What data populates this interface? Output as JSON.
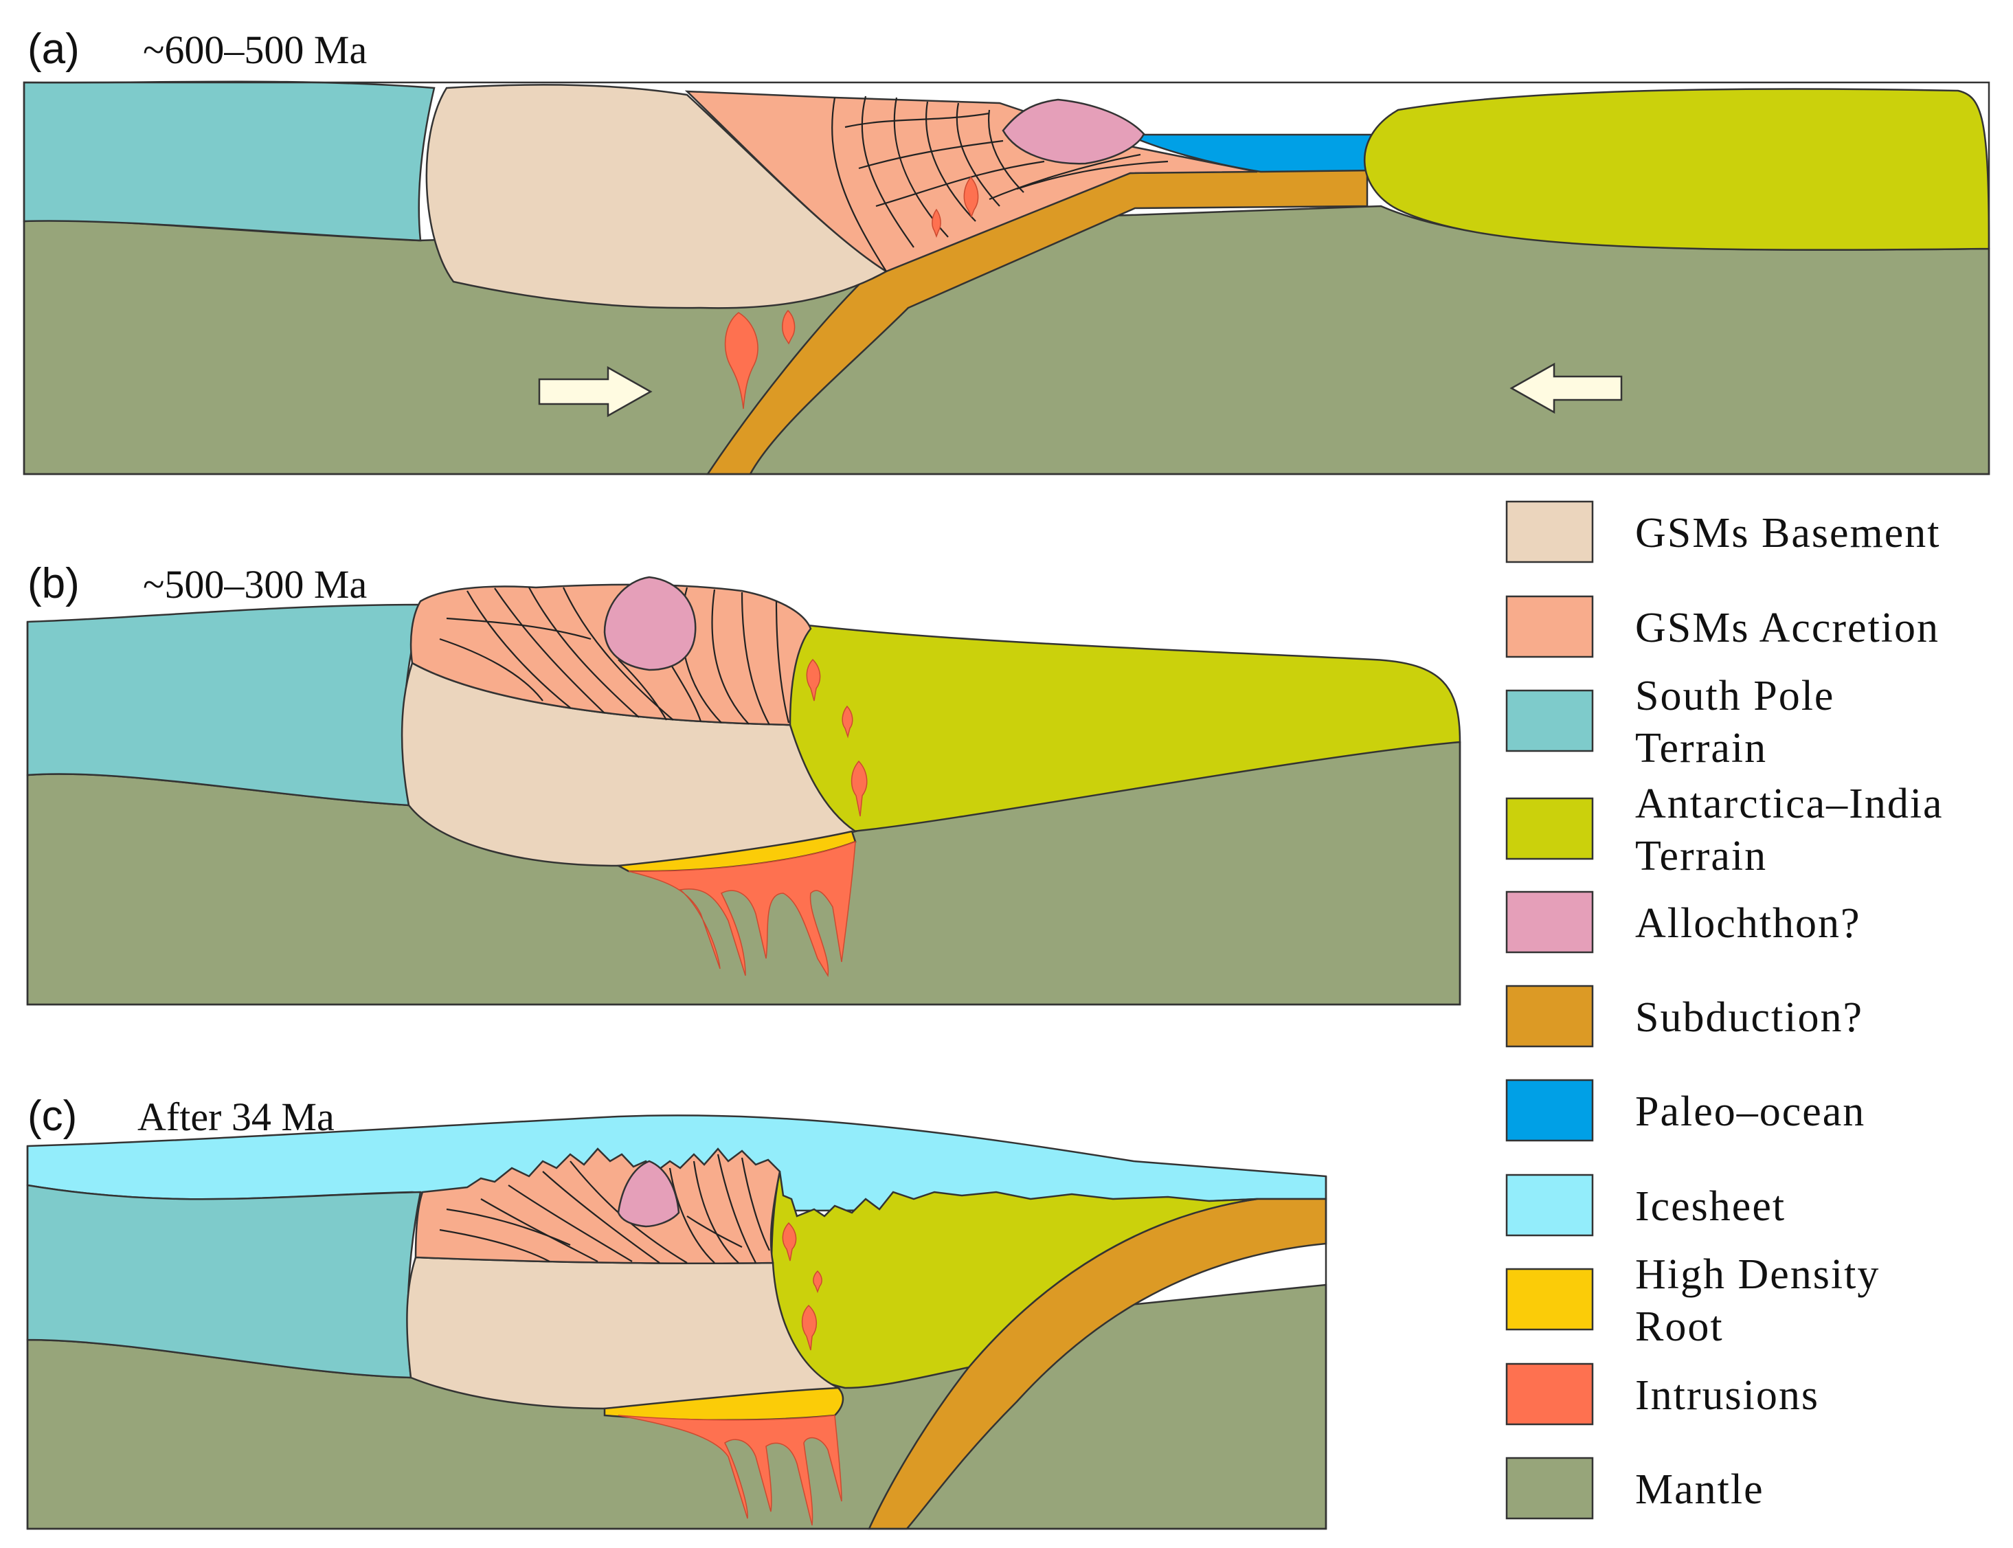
{
  "panels": [
    {
      "id": "a",
      "letter": "(a)",
      "age": "~600–500 Ma"
    },
    {
      "id": "b",
      "letter": "(b)",
      "age": "~500–300 Ma"
    },
    {
      "id": "c",
      "letter": "(c)",
      "age": "After 34 Ma"
    }
  ],
  "legend": [
    {
      "key": "gsm-basement",
      "lines": [
        "GSMs Basement"
      ],
      "color": "#ebd5bd"
    },
    {
      "key": "gsm-accretion",
      "lines": [
        "GSMs Accretion"
      ],
      "color": "#f8ac8c"
    },
    {
      "key": "south-pole",
      "lines": [
        "South  Pole",
        "Terrain"
      ],
      "color": "#7ecbcb"
    },
    {
      "key": "antarctica-india",
      "lines": [
        "Antarctica–India",
        "Terrain"
      ],
      "color": "#cbd10c"
    },
    {
      "key": "allochthon",
      "lines": [
        "Allochthon?"
      ],
      "color": "#e59fb9"
    },
    {
      "key": "subduction",
      "lines": [
        "Subduction?"
      ],
      "color": "#dc9a25"
    },
    {
      "key": "paleo-ocean",
      "lines": [
        "Paleo–ocean"
      ],
      "color": "#00a0e6"
    },
    {
      "key": "icesheet",
      "lines": [
        "Icesheet"
      ],
      "color": "#93edfb"
    },
    {
      "key": "high-density-root",
      "lines": [
        "High  Density",
        "Root"
      ],
      "color": "#fbcc08"
    },
    {
      "key": "intrusions",
      "lines": [
        "Intrusions"
      ],
      "color": "#fe7150"
    },
    {
      "key": "mantle",
      "lines": [
        "Mantle"
      ],
      "color": "#97a57a"
    }
  ],
  "colors": {
    "mantle": "#97a57a",
    "south_pole": "#7ecbcb",
    "basement": "#ebd5bd",
    "accretion": "#f8ac8c",
    "antarctica": "#cbd10c",
    "allochthon": "#e59fb9",
    "subduction": "#dc9a25",
    "ocean": "#00a0e6",
    "ice": "#93edfb",
    "root": "#fbcc08",
    "intrusion": "#fe7150",
    "arrow": "#fffbe1"
  }
}
